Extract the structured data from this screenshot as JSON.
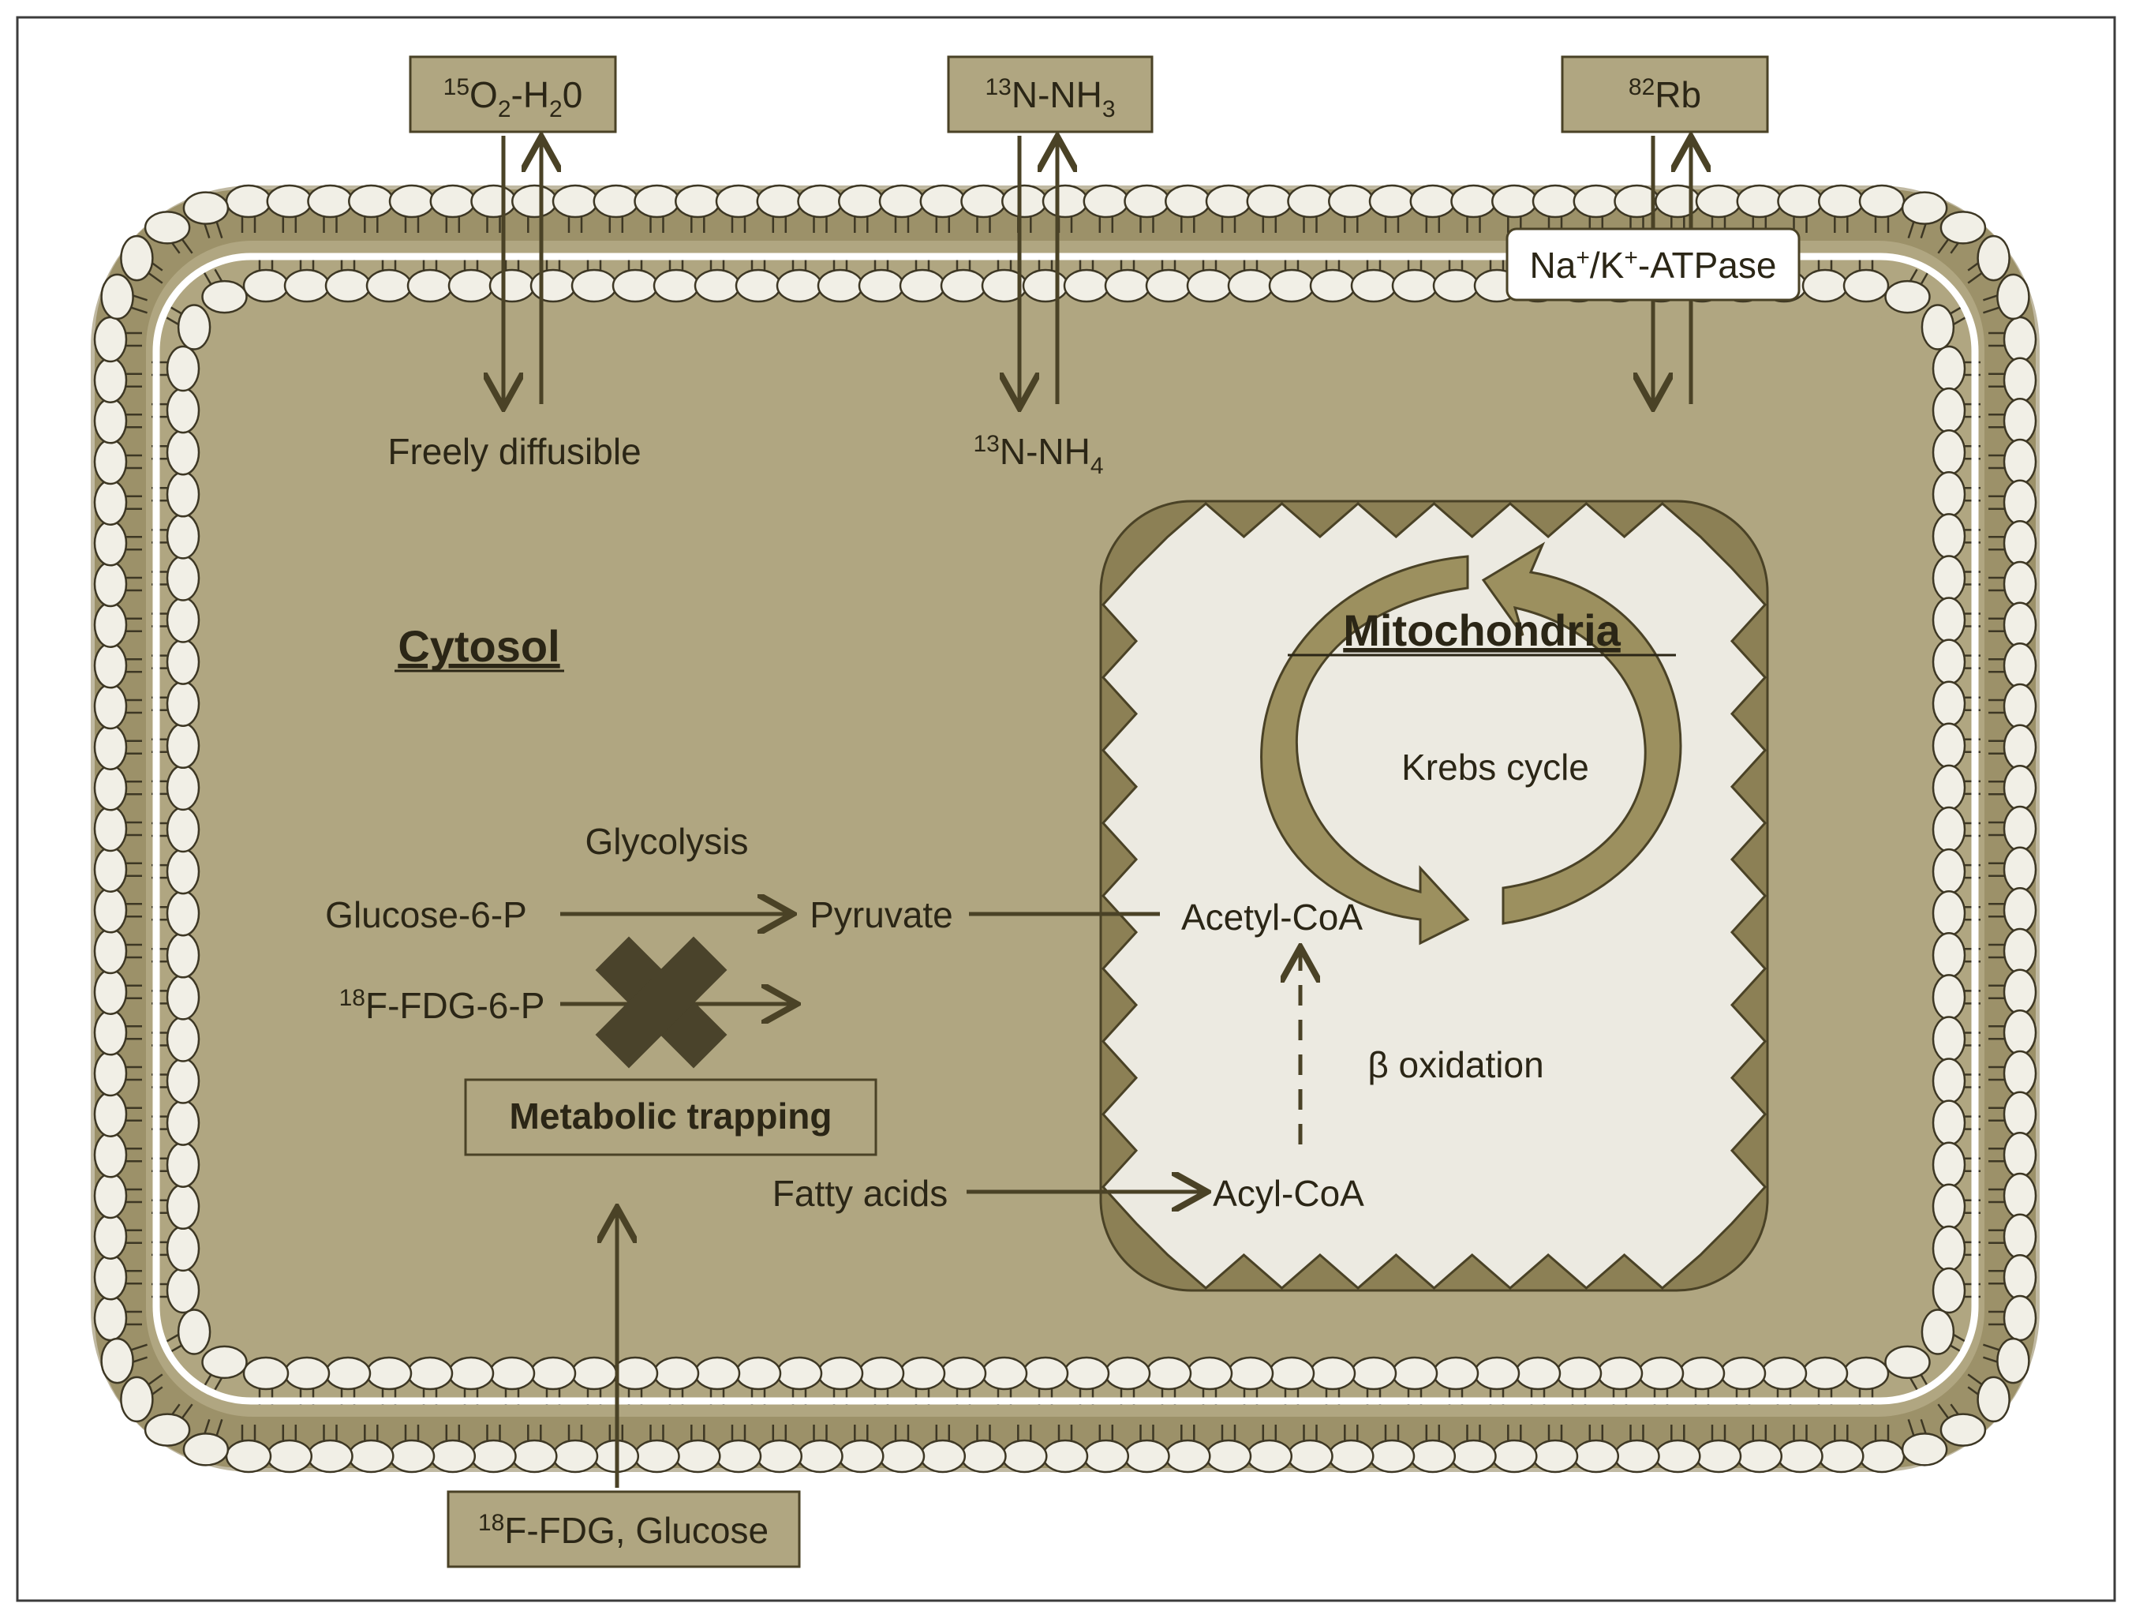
{
  "colors": {
    "frame": "#3c3c3c",
    "cell_fill": "#b0a681",
    "membrane_band": "#8c8055",
    "lipid_head": "#f1efe6",
    "lipid_stroke": "#3d3724",
    "box_fill": "#b0a681",
    "arrow": "#4a4226",
    "mito_outer": "#8c8055",
    "mito_inner": "#eceae1",
    "cycle_arrow": "#9c905f",
    "x_mark": "#4a432b",
    "na_box": "#ffffff",
    "text": "#2b2616"
  },
  "tracers": {
    "o2": {
      "mass": "15",
      "base": "O",
      "sub": "2",
      "mid": "-H",
      "sub2": "2",
      "tail": "0"
    },
    "nh3": {
      "mass": "13",
      "base": "N-NH",
      "sub": "3"
    },
    "rb": {
      "mass": "82",
      "base": "Rb"
    },
    "fdg": {
      "mass": "18",
      "base": "F-FDG, Glucose"
    }
  },
  "labels": {
    "freely_diffusible": "Freely diffusible",
    "nh4": {
      "mass": "13",
      "base": "N-NH",
      "sub": "4"
    },
    "na_k_atpase": {
      "a": "Na",
      "a_sup": "+",
      "b": "/K",
      "b_sup": "+",
      "c": "-ATPase"
    },
    "cytosol": "Cytosol",
    "mitochondria": "Mitochondria",
    "krebs_cycle": "Krebs cycle",
    "glycolysis": "Glycolysis",
    "glucose_6_p": "Glucose-6-P",
    "pyruvate": "Pyruvate",
    "acetyl_coa": "Acetyl-CoA",
    "fdg_6_p": {
      "mass": "18",
      "base": "F-FDG-6-P"
    },
    "beta_oxidation": "β oxidation",
    "metabolic_trapping": "Metabolic trapping",
    "fatty_acids": "Fatty acids",
    "acyl_coa": "Acyl-CoA"
  }
}
